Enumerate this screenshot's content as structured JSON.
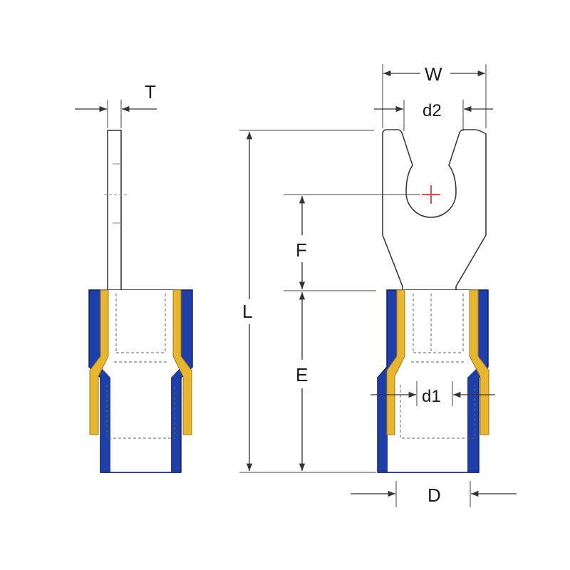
{
  "labels": {
    "T": "T",
    "W": "W",
    "d2": "d2",
    "L": "L",
    "F": "F",
    "E": "E",
    "d1": "d1",
    "D": "D"
  },
  "colors": {
    "background": "#ffffff",
    "outline": "#3a3a3a",
    "dimension_line": "#444444",
    "metal": "#ffffff",
    "insulation_blue": "#1f3fa8",
    "insulation_dark": "#0e2370",
    "brass_yellow": "#e8b62c",
    "center_mark": "#d9534f"
  },
  "icons": {
    "side_view": "spade-terminal-side-view",
    "front_view": "spade-terminal-front-view"
  }
}
